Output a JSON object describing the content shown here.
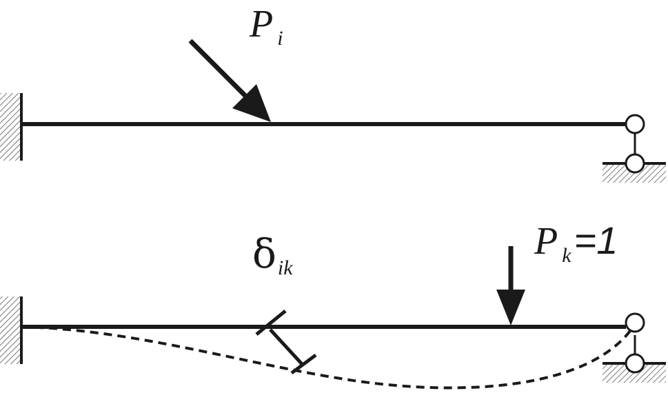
{
  "colors": {
    "ink": "#1a1a1a",
    "hatch": "#555555"
  },
  "top_beam": {
    "load_symbol": "P",
    "load_subscript": "i"
  },
  "bottom_beam": {
    "load_symbol": "P",
    "load_subscript": "k",
    "load_value": "=1",
    "deflection_symbol": "δ",
    "deflection_subscript": "ik"
  }
}
